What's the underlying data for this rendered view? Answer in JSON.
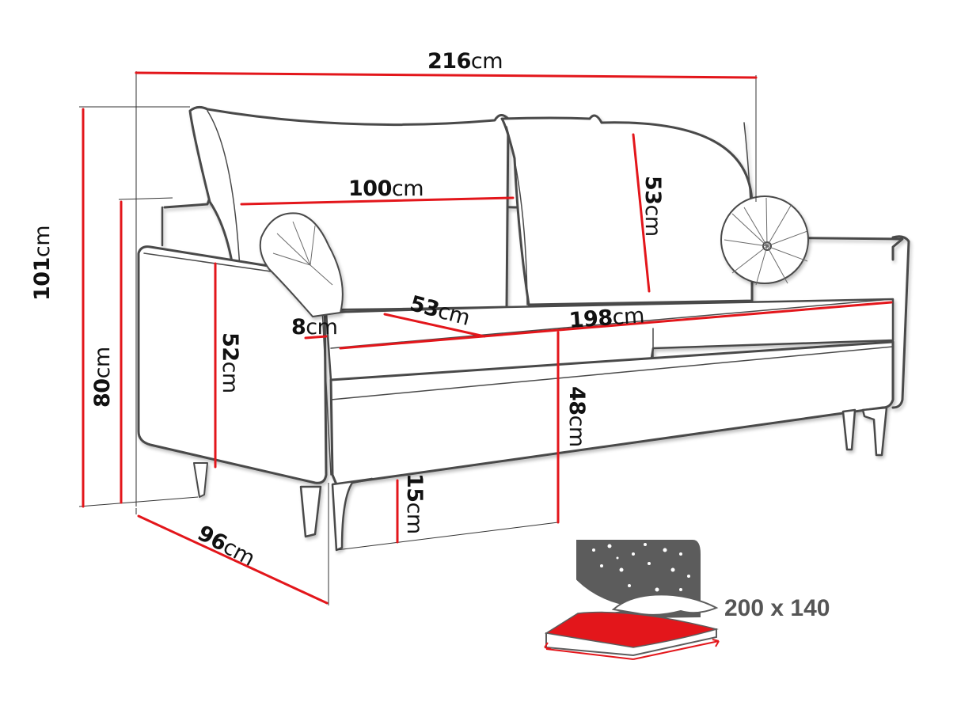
{
  "diagram": {
    "subject": "three-seat sofa bed dimension drawing",
    "colors": {
      "outline": "#4a4a4a",
      "dimension_line": "#e3161b",
      "label_text": "#111111",
      "bed_icon_gray": "#5c5c5c",
      "bed_icon_red": "#e3161b",
      "bed_label_text": "#555555"
    },
    "dimensions": {
      "total_width": {
        "value": "216",
        "unit": "cm"
      },
      "total_height": {
        "value": "101",
        "unit": "cm"
      },
      "back_height": {
        "value": "80",
        "unit": "cm"
      },
      "depth": {
        "value": "96",
        "unit": "cm"
      },
      "cushion_width": {
        "value": "100",
        "unit": "cm"
      },
      "cushion_height": {
        "value": "53",
        "unit": "cm"
      },
      "armrest_height": {
        "value": "52",
        "unit": "cm"
      },
      "armrest_width": {
        "value": "8",
        "unit": "cm"
      },
      "seat_depth": {
        "value": "53",
        "unit": "cm"
      },
      "seat_width": {
        "value": "198",
        "unit": "cm"
      },
      "seat_height": {
        "value": "48",
        "unit": "cm"
      },
      "leg_height": {
        "value": "15",
        "unit": "cm"
      }
    },
    "sleeping_area": {
      "icon": "bed-with-night-sky-icon",
      "label": "200 x 140"
    }
  }
}
